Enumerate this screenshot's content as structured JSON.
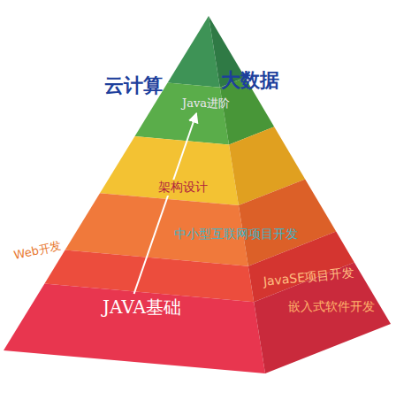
{
  "diagram": {
    "nodes": [
      {
        "text": [
          "Java进阶"
        ]
      },
      {
        "text": [
          "架构设计"
        ]
      },
      {
        "text": [
          "JAVA基础"
        ]
      }
    ],
    "edges": [
      {
        "from": 2,
        "to": 0,
        "arrow": "to"
      }
    ],
    "labels": [
      "云计算",
      "大数据",
      "中小型互联网项目开发",
      "Web开发",
      "JavaSE项目开发",
      "嵌入式软件开发"
    ]
  }
}
